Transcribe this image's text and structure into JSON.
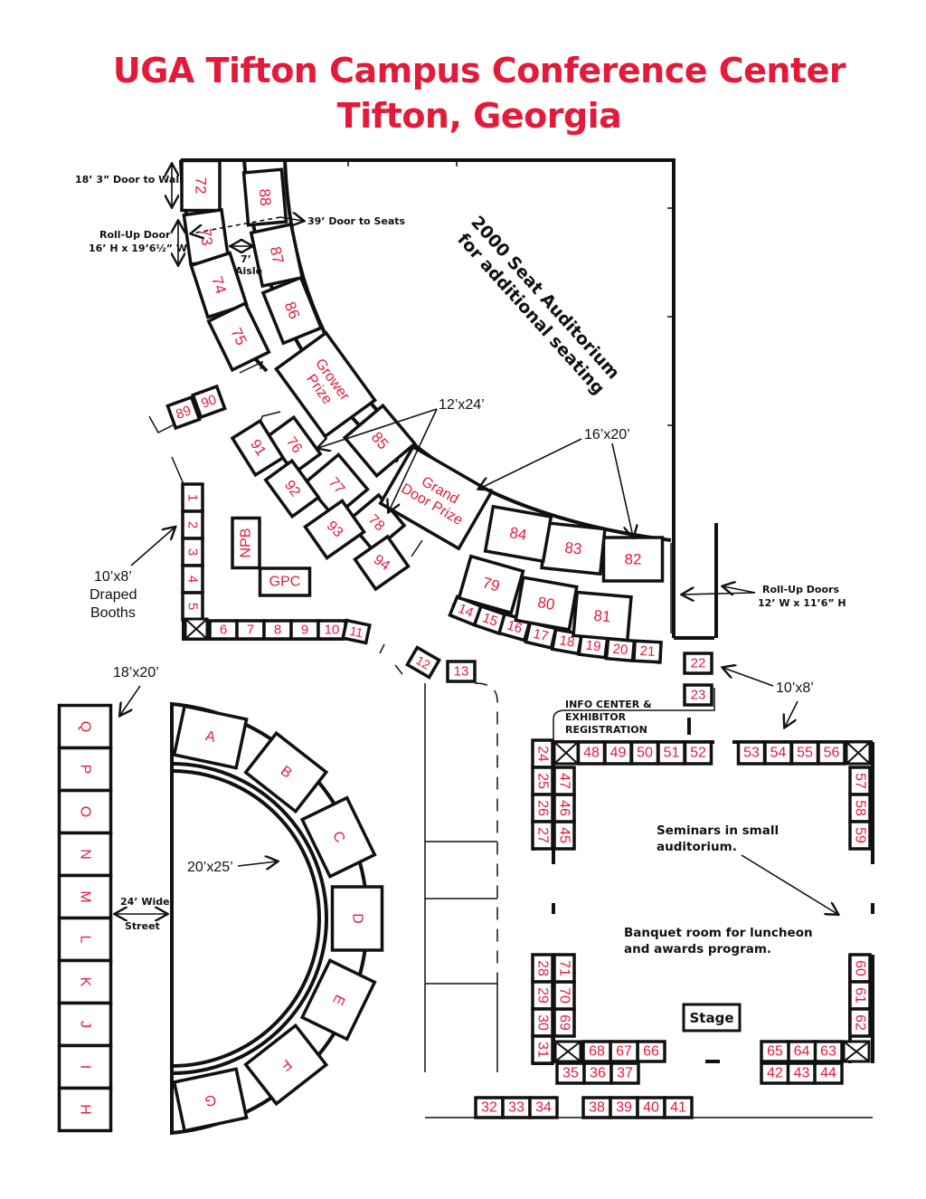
{
  "title": {
    "line1": "UGA Tifton Campus Conference Center",
    "line2": "Tifton, Georgia"
  },
  "annotations": {
    "door_to_wall": "18’ 3” Door to Wall",
    "rollup_door_1": "Roll-Up Door",
    "rollup_door_2": "16’ H  x 19’6½” W",
    "door_to_seats": "39’ Door to Seats",
    "aisle_1": "7’",
    "aisle_2": "Aisle",
    "auditorium_1": "2000 Seat Auditorium",
    "auditorium_2": "for additional seating",
    "size_12x24": "12’x24’",
    "size_16x20": "16’x20’",
    "draped_1": "10’x8’",
    "draped_2": "Draped",
    "draped_3": "Booths",
    "rollup_doors_1": "Roll-Up Doors",
    "rollup_doors_2": "12’ W  x 11’6” H",
    "size_10x8": "10’x8’",
    "size_18x20": "18’x20’",
    "info_1": "INFO CENTER &",
    "info_2": "EXHIBITOR",
    "info_3": "REGISTRATION",
    "street_1": "24’ Wide",
    "street_2": "Street",
    "size_20x25": "20’x25’",
    "seminars_1": "Seminars in small",
    "seminars_2": "auditorium.",
    "banquet_1": "Banquet room for luncheon",
    "banquet_2": "and awards program.",
    "stage": "Stage"
  },
  "booths": [
    "1",
    "2",
    "3",
    "4",
    "5",
    "6",
    "7",
    "8",
    "9",
    "10",
    "11",
    "12",
    "13",
    "14",
    "15",
    "16",
    "17",
    "18",
    "19",
    "20",
    "21",
    "22",
    "23",
    "24",
    "25",
    "26",
    "27",
    "28",
    "29",
    "30",
    "31",
    "32",
    "33",
    "34",
    "35",
    "36",
    "37",
    "38",
    "39",
    "40",
    "41",
    "42",
    "43",
    "44",
    "45",
    "46",
    "47",
    "48",
    "49",
    "50",
    "51",
    "52",
    "53",
    "54",
    "55",
    "56",
    "57",
    "58",
    "59",
    "60",
    "61",
    "62",
    "63",
    "64",
    "65",
    "66",
    "67",
    "68",
    "69",
    "70",
    "71",
    "72",
    "73",
    "74",
    "75",
    "76",
    "77",
    "78",
    "79",
    "80",
    "81",
    "82",
    "83",
    "84",
    "85",
    "86",
    "87",
    "88",
    "89",
    "90",
    "91",
    "92",
    "93",
    "94",
    "Grower Prize",
    "Grand Door Prize",
    "NPB",
    "GPC"
  ],
  "street_booths": [
    "Q",
    "P",
    "O",
    "N",
    "M",
    "L",
    "K",
    "J",
    "I",
    "H"
  ],
  "arc_booths": [
    "A",
    "B",
    "C",
    "D",
    "E",
    "F",
    "G"
  ],
  "colors": {
    "accent": "#e31b3a",
    "line": "#111111"
  }
}
